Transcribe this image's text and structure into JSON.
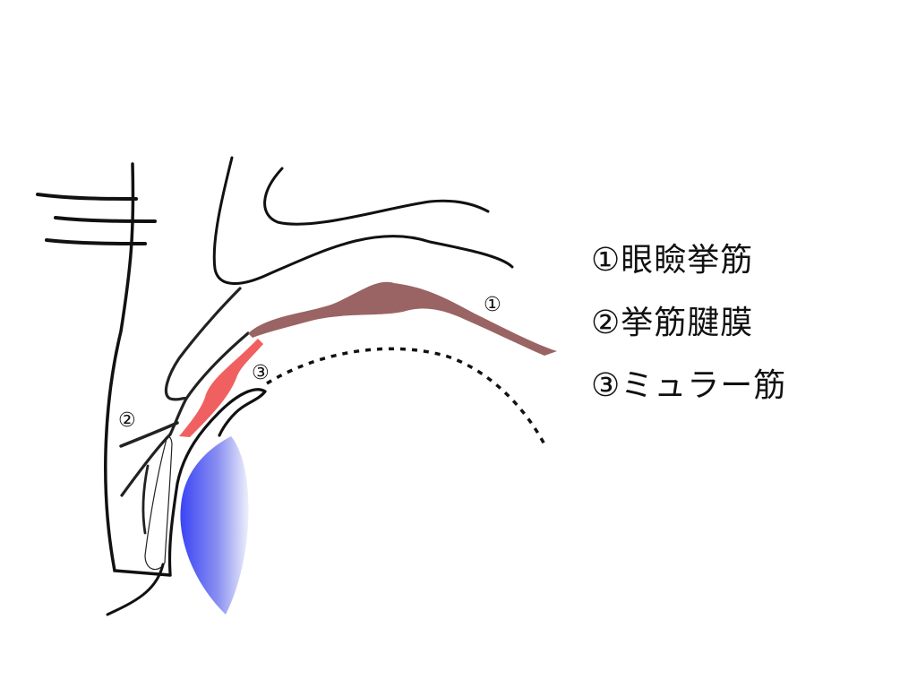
{
  "diagram": {
    "subject": "upper eyelid cross-section",
    "markers": {
      "m1": "①",
      "m2": "②",
      "m3": "③"
    },
    "colors": {
      "levator_muscle": "#9a6464",
      "muller_muscle": "#f06060",
      "eyeball_dark": "#3a44f5",
      "eyeball_light": "#eceefc",
      "outline": "#111111"
    }
  },
  "legend": {
    "items": [
      {
        "number": "①",
        "label": "眼瞼挙筋",
        "text": "①眼瞼挙筋"
      },
      {
        "number": "②",
        "label": "挙筋腱膜",
        "text": "②挙筋腱膜"
      },
      {
        "number": "③",
        "label": "ミュラー筋",
        "text": "③ミュラー筋"
      }
    ]
  }
}
